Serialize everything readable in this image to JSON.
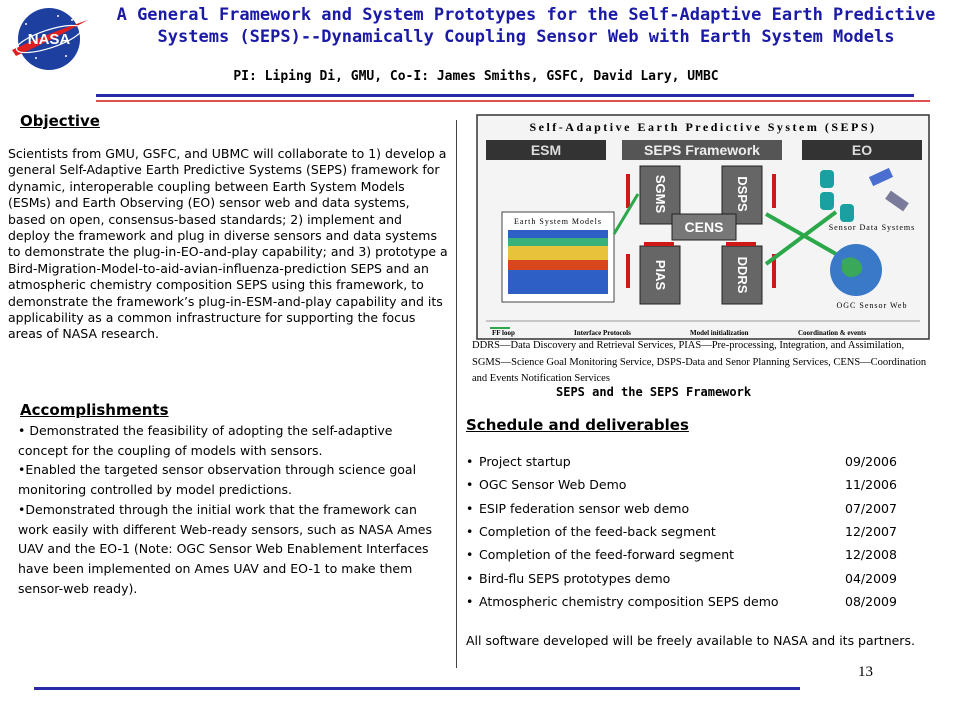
{
  "header": {
    "title_line1": "A General Framework and System Prototypes for the Self-Adaptive Earth Predictive",
    "title_line2": "Systems (SEPS)--Dynamically Coupling Sensor Web with Earth System Models",
    "pi_line": "PI: Liping Di, GMU, Co-I: James Smiths, GSFC, David Lary, UMBC",
    "logo_text": "NASA"
  },
  "objective": {
    "heading": "Objective",
    "text": "Scientists from GMU, GSFC, and UBMC will collaborate to 1) develop a general Self-Adaptive Earth Predictive Systems (SEPS) framework for dynamic, interoperable coupling between Earth System Models (ESMs) and Earth Observing (EO) sensor web and data systems, based on open, consensus-based standards; 2) implement and deploy the framework and plug in diverse sensors and data systems to demonstrate the plug-in-EO-and-play capability; and 3) prototype a Bird-Migration-Model-to-aid-avian-influenza-prediction SEPS and an atmospheric chemistry composition SEPS using this framework, to demonstrate the framework’s plug-in-ESM-and-play capability and its applicability as a common infrastructure for supporting the focus areas of NASA research."
  },
  "accomplishments": {
    "heading": "Accomplishments",
    "items": [
      "• Demonstrated the feasibility of adopting the self-adaptive concept for the coupling of models with sensors.",
      "•Enabled the targeted sensor observation through science goal monitoring controlled by model predictions.",
      "•Demonstrated through the initial work that the framework can work easily with different Web-ready sensors, such as NASA Ames UAV and the EO-1 (Note: OGC Sensor Web Enablement Interfaces have been implemented on Ames UAV and EO-1 to make them sensor-web ready)."
    ]
  },
  "diagram": {
    "title": "Self-Adaptive Earth Predictive System (SEPS)",
    "esm_label": "ESM",
    "framework_label": "SEPS Framework",
    "eo_label": "EO",
    "esm_box_label": "Earth System Models",
    "sensor_label": "Sensor Data Systems",
    "ogc_label": "OGC Sensor Web",
    "components": [
      "SGMS",
      "DSPS",
      "CENS",
      "PIAS",
      "DDRS"
    ],
    "legend": [
      "FF loop",
      "Interface Protocols",
      "Model initialization",
      "Coordination & events"
    ],
    "caption": "DDRS—Data Discovery and Retrieval Services, PIAS—Pre-processing, Integration, and Assimilation, SGMS—Science Goal Monitoring Service, DSPS-Data and Senor Planning Services, CENS—Coordination and Events Notification Services",
    "figure_title": "SEPS and the SEPS Framework",
    "colors": {
      "red": "#d01818",
      "green": "#2aa84a",
      "dark": "#555555"
    }
  },
  "schedule": {
    "heading": "Schedule and deliverables",
    "rows": [
      {
        "bullet": "•",
        "task": "Project startup",
        "date": "09/2006"
      },
      {
        "bullet": "•",
        "task": "OGC Sensor Web Demo",
        "date": "11/2006"
      },
      {
        "bullet": "•",
        "task": "ESIP federation sensor web demo",
        "date": "07/2007"
      },
      {
        "bullet": "•",
        "task": "Completion of the feed-back segment",
        "date": "12/2007"
      },
      {
        "bullet": "•",
        "task": "Completion of the feed-forward segment",
        "date": "12/2008"
      },
      {
        "bullet": "•",
        "task": "Bird-flu SEPS prototypes demo",
        "date": "04/2009"
      },
      {
        "bullet": "•",
        "task": "Atmospheric chemistry composition SEPS demo",
        "date": "08/2009"
      }
    ],
    "note": "All software developed will be freely available to NASA and its partners."
  },
  "page_number": "13"
}
